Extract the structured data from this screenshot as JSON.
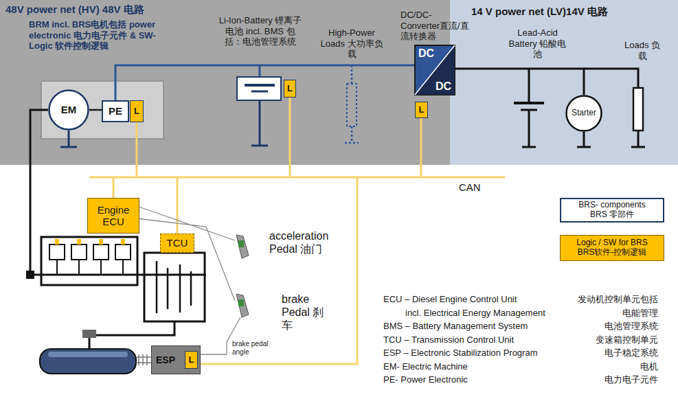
{
  "diagram": {
    "nodes": [
      {
        "text": [
          "EM"
        ]
      },
      {
        "text": [
          "PE"
        ]
      },
      {
        "text": [
          "L"
        ]
      },
      {
        "text": [
          "L"
        ]
      },
      {
        "text": [
          "DC",
          "DC"
        ]
      },
      {
        "text": [
          "L"
        ]
      },
      {
        "text": [
          "Starter"
        ]
      },
      {
        "text": [
          "Engine ECU"
        ]
      },
      {
        "text": [
          "TCU"
        ]
      },
      {
        "text": [
          "ESP"
        ]
      },
      {
        "text": [
          "L"
        ],
        "in": 9
      }
    ],
    "edges": [
      {
        "from": 0,
        "to": 1,
        "arrow": "none"
      },
      {
        "from": 1,
        "to": 4,
        "arrow": "none"
      },
      {
        "from": 4,
        "to": 6,
        "arrow": "none"
      }
    ],
    "labels": [
      "48V power net (HV) 48V 电路",
      "BRM incl. BRS电机包括 power electronic 电力电子元件 & SW-Logic 软件控制逻辑",
      "Li-Ion-Battery 锂离子电池 incl. BMS 包括：电池管理系统",
      "High-Power Loads 大功率负载",
      "DC/DC-Converter直流/直流转换器",
      "14 V power net (LV)14V 电路",
      "Lead-Acid Battery 铅酸电池",
      "Loads 负载",
      "CAN",
      "acceleration Pedal 油门",
      "brake Pedal 刹车",
      "brake pedal angle",
      "ECU – Diesel Engine Control Unit",
      "发动机控制单元包括",
      "incl. Electrical Energy Management",
      "电能管理",
      "BMS – Battery Management System",
      "电池管理系统",
      "TCU – Transmission Control Unit",
      "变速箱控制单元",
      "ESP – Electronic Stabilization Program",
      "电子稳定系统",
      "EM- Electric Machine",
      "电机",
      "PE- Power Electronic",
      "电力电子元件"
    ],
    "legend": [
      {
        "text": "BRS- components BRS 零部件"
      },
      {
        "text": "Logic / SW for BRS BRS软件-控制逻辑",
        "color": "#ffc000"
      }
    ]
  }
}
